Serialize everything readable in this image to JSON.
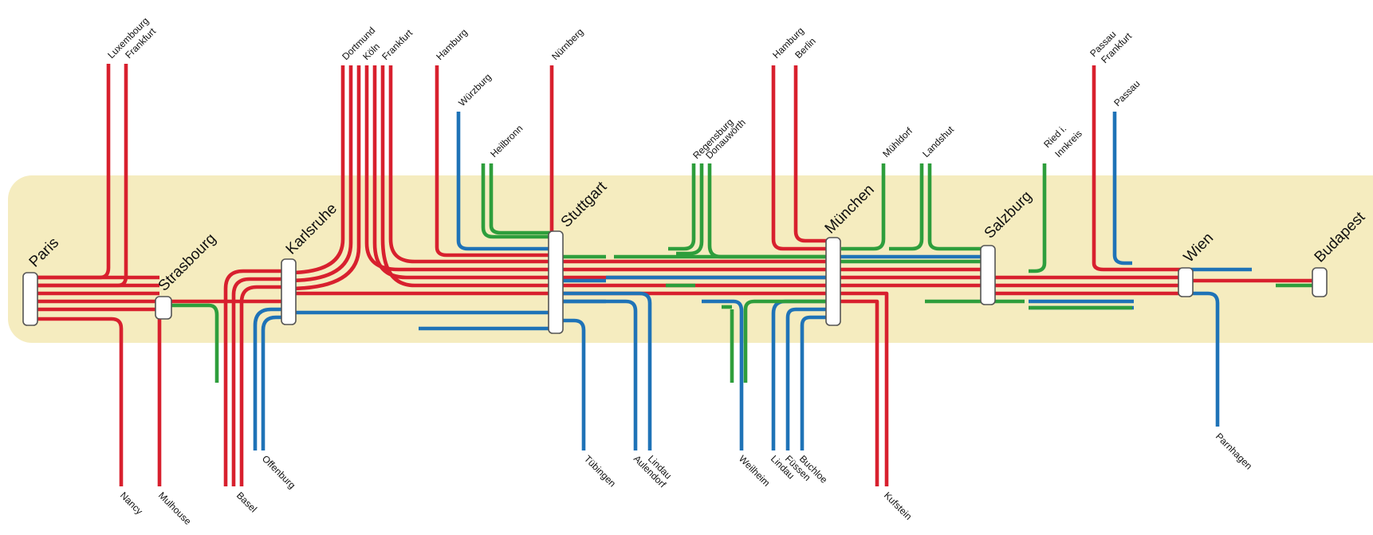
{
  "colors": {
    "band": "#f5ecbf",
    "red": "#d8202e",
    "blue": "#1f73b7",
    "green": "#2e9e3c"
  },
  "stations": {
    "paris": "Paris",
    "strasbourg": "Strasbourg",
    "karlsruhe": "Karlsruhe",
    "stuttgart": "Stuttgart",
    "muenchen": "München",
    "salzburg": "Salzburg",
    "wien": "Wien",
    "budapest": "Budapest"
  },
  "destinations": {
    "luxembourg": "Luxembourg",
    "frankfurt_paris": "Frankfurt",
    "dortmund": "Dortmund",
    "koeln": "Köln",
    "frankfurt_karlsruhe": "Frankfurt",
    "hamburg_stuttgart": "Hamburg",
    "wuerzburg": "Würzburg",
    "heilbronn": "Heilbronn",
    "nuernberg": "Nürnberg",
    "regensburg": "Regensburg",
    "donauwoerth": "Donauwörth",
    "hamburg_muenchen": "Hamburg",
    "berlin": "Berlin",
    "muehldorf": "Mühldorf",
    "landshut": "Landshut",
    "ried": "Ried i.",
    "innkreis": "Innkreis",
    "passau_frankfurt": "Passau",
    "frankfurt_passau": "Frankfurt",
    "passau": "Passau",
    "nancy": "Nancy",
    "mulhouse": "Mulhouse",
    "basel": "Basel",
    "offenburg": "Offenburg",
    "tuebingen": "Tübingen",
    "aulendorf": "Aulendorf",
    "lindau_stuttgart": "Lindau",
    "weilheim": "Weilheim",
    "lindau_muenchen": "Lindau",
    "fuessen": "Füssen",
    "buchloe": "Buchloe",
    "kufstein": "Kufstein",
    "parndorf": "Parnhagen"
  }
}
